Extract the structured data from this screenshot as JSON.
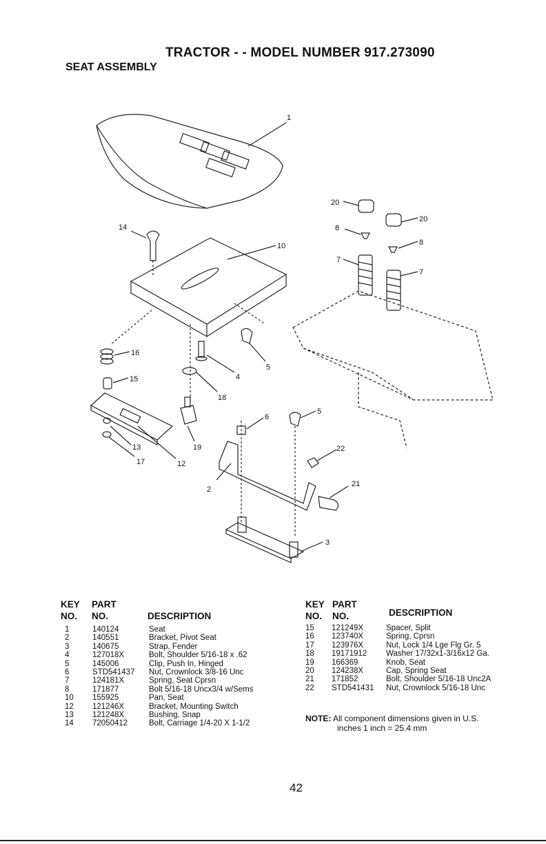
{
  "header": {
    "title": "TRACTOR - - MODEL NUMBER 917.273090",
    "subtitle": "SEAT ASSEMBLY"
  },
  "diagram": {
    "callouts": [
      "1",
      "20",
      "20",
      "8",
      "8",
      "14",
      "10",
      "7",
      "7",
      "16",
      "5",
      "4",
      "15",
      "18",
      "6",
      "5",
      "13",
      "19",
      "17",
      "12",
      "22",
      "21",
      "2",
      "3"
    ]
  },
  "parts_left": {
    "headers": {
      "key1": "KEY",
      "key2": "NO.",
      "part1": "PART",
      "part2": "NO.",
      "desc": "DESCRIPTION"
    },
    "rows": [
      {
        "key": "1",
        "part": "140124",
        "desc": "Seat"
      },
      {
        "key": "2",
        "part": "140551",
        "desc": "Bracket, Pivot Seat"
      },
      {
        "key": "3",
        "part": "140675",
        "desc": "Strap, Fender"
      },
      {
        "key": "4",
        "part": "127018X",
        "desc": "Bolt, Shoulder  5/16-18 x .62"
      },
      {
        "key": "5",
        "part": "145006",
        "desc": "Clip, Push In, Hinged"
      },
      {
        "key": "6",
        "part": "STD541437",
        "desc": "Nut, Crownlock  3/8-16 Unc"
      },
      {
        "key": "7",
        "part": "124181X",
        "desc": "Spring, Seat Cprsn"
      },
      {
        "key": "8",
        "part": "171877",
        "desc": "Bolt  5/16-18 Uncx3/4 w/Sems"
      },
      {
        "key": "10",
        "part": "155925",
        "desc": "Pan, Seat"
      },
      {
        "key": "12",
        "part": "121246X",
        "desc": "Bracket, Mounting Switch"
      },
      {
        "key": "13",
        "part": "121248X",
        "desc": "Bushing, Snap"
      },
      {
        "key": "14",
        "part": "72050412",
        "desc": "Bolt, Carriage  1/4-20 X 1-1/2"
      }
    ]
  },
  "parts_right": {
    "headers": {
      "key1": "KEY",
      "key2": "NO.",
      "part1": "PART",
      "part2": "NO.",
      "desc": "DESCRIPTION"
    },
    "rows": [
      {
        "key": "15",
        "part": "121249X",
        "desc": "Spacer, Split"
      },
      {
        "key": "16",
        "part": "123740X",
        "desc": "Spring, Cprsn"
      },
      {
        "key": "17",
        "part": "123976X",
        "desc": "Nut, Lock  1/4 Lge Flg Gr. 5"
      },
      {
        "key": "18",
        "part": "19171912",
        "desc": "Washer 17/32x1-3/16x12 Ga."
      },
      {
        "key": "19",
        "part": "166369",
        "desc": "Knob, Seat"
      },
      {
        "key": "20",
        "part": "124238X",
        "desc": "Cap, Spring Seat"
      },
      {
        "key": "21",
        "part": "171852",
        "desc": "Bolt, Shoulder 5/16-18 Unc2A"
      },
      {
        "key": "22",
        "part": "STD541431",
        "desc": "Nut, Crownlock  5/16-18 Unc"
      }
    ]
  },
  "note": {
    "label": "NOTE:",
    "line1": "All component dimensions given in U.S.",
    "line2": "inches 1 inch = 25.4 mm"
  },
  "page_number": "42"
}
